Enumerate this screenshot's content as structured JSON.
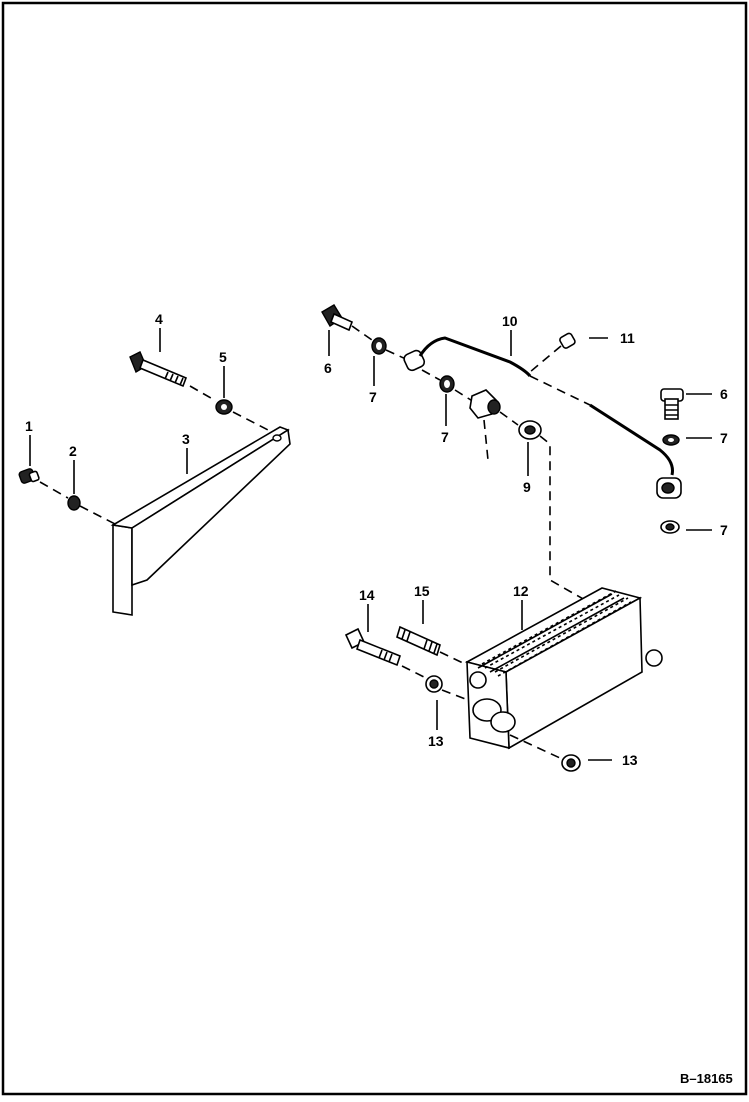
{
  "diagram": {
    "drawing_number": "B–18165",
    "callouts": [
      {
        "id": "c1",
        "label": "1"
      },
      {
        "id": "c2",
        "label": "2"
      },
      {
        "id": "c3",
        "label": "3"
      },
      {
        "id": "c4",
        "label": "4"
      },
      {
        "id": "c5",
        "label": "5"
      },
      {
        "id": "c6a",
        "label": "6"
      },
      {
        "id": "c6b",
        "label": "6"
      },
      {
        "id": "c7a",
        "label": "7"
      },
      {
        "id": "c7b",
        "label": "7"
      },
      {
        "id": "c7c",
        "label": "7"
      },
      {
        "id": "c7d",
        "label": "7"
      },
      {
        "id": "c9",
        "label": "9"
      },
      {
        "id": "c10",
        "label": "10"
      },
      {
        "id": "c11",
        "label": "11"
      },
      {
        "id": "c12",
        "label": "12"
      },
      {
        "id": "c13a",
        "label": "13"
      },
      {
        "id": "c13b",
        "label": "13"
      },
      {
        "id": "c14",
        "label": "14"
      },
      {
        "id": "c15",
        "label": "15"
      }
    ]
  }
}
